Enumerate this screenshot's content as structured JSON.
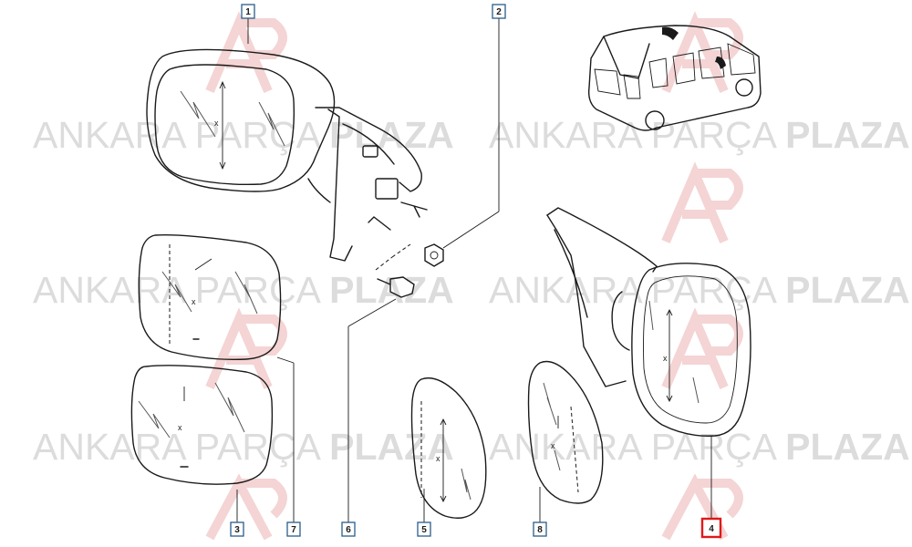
{
  "watermark": {
    "brand_light": "ANKARA",
    "brand_mid": "PARÇA",
    "brand_bold": "PLAZA",
    "logo_color": "#f4d4d4",
    "text_color": "#dcdcdc"
  },
  "callouts": [
    {
      "id": "1",
      "highlight": false
    },
    {
      "id": "2",
      "highlight": false
    },
    {
      "id": "3",
      "highlight": false
    },
    {
      "id": "7",
      "highlight": false
    },
    {
      "id": "6",
      "highlight": false
    },
    {
      "id": "5",
      "highlight": false
    },
    {
      "id": "8",
      "highlight": false
    },
    {
      "id": "4",
      "highlight": true
    }
  ],
  "colors": {
    "callout_border": "#2a5d8a",
    "callout_highlight": "#e01919",
    "line": "#1a1a1a"
  }
}
